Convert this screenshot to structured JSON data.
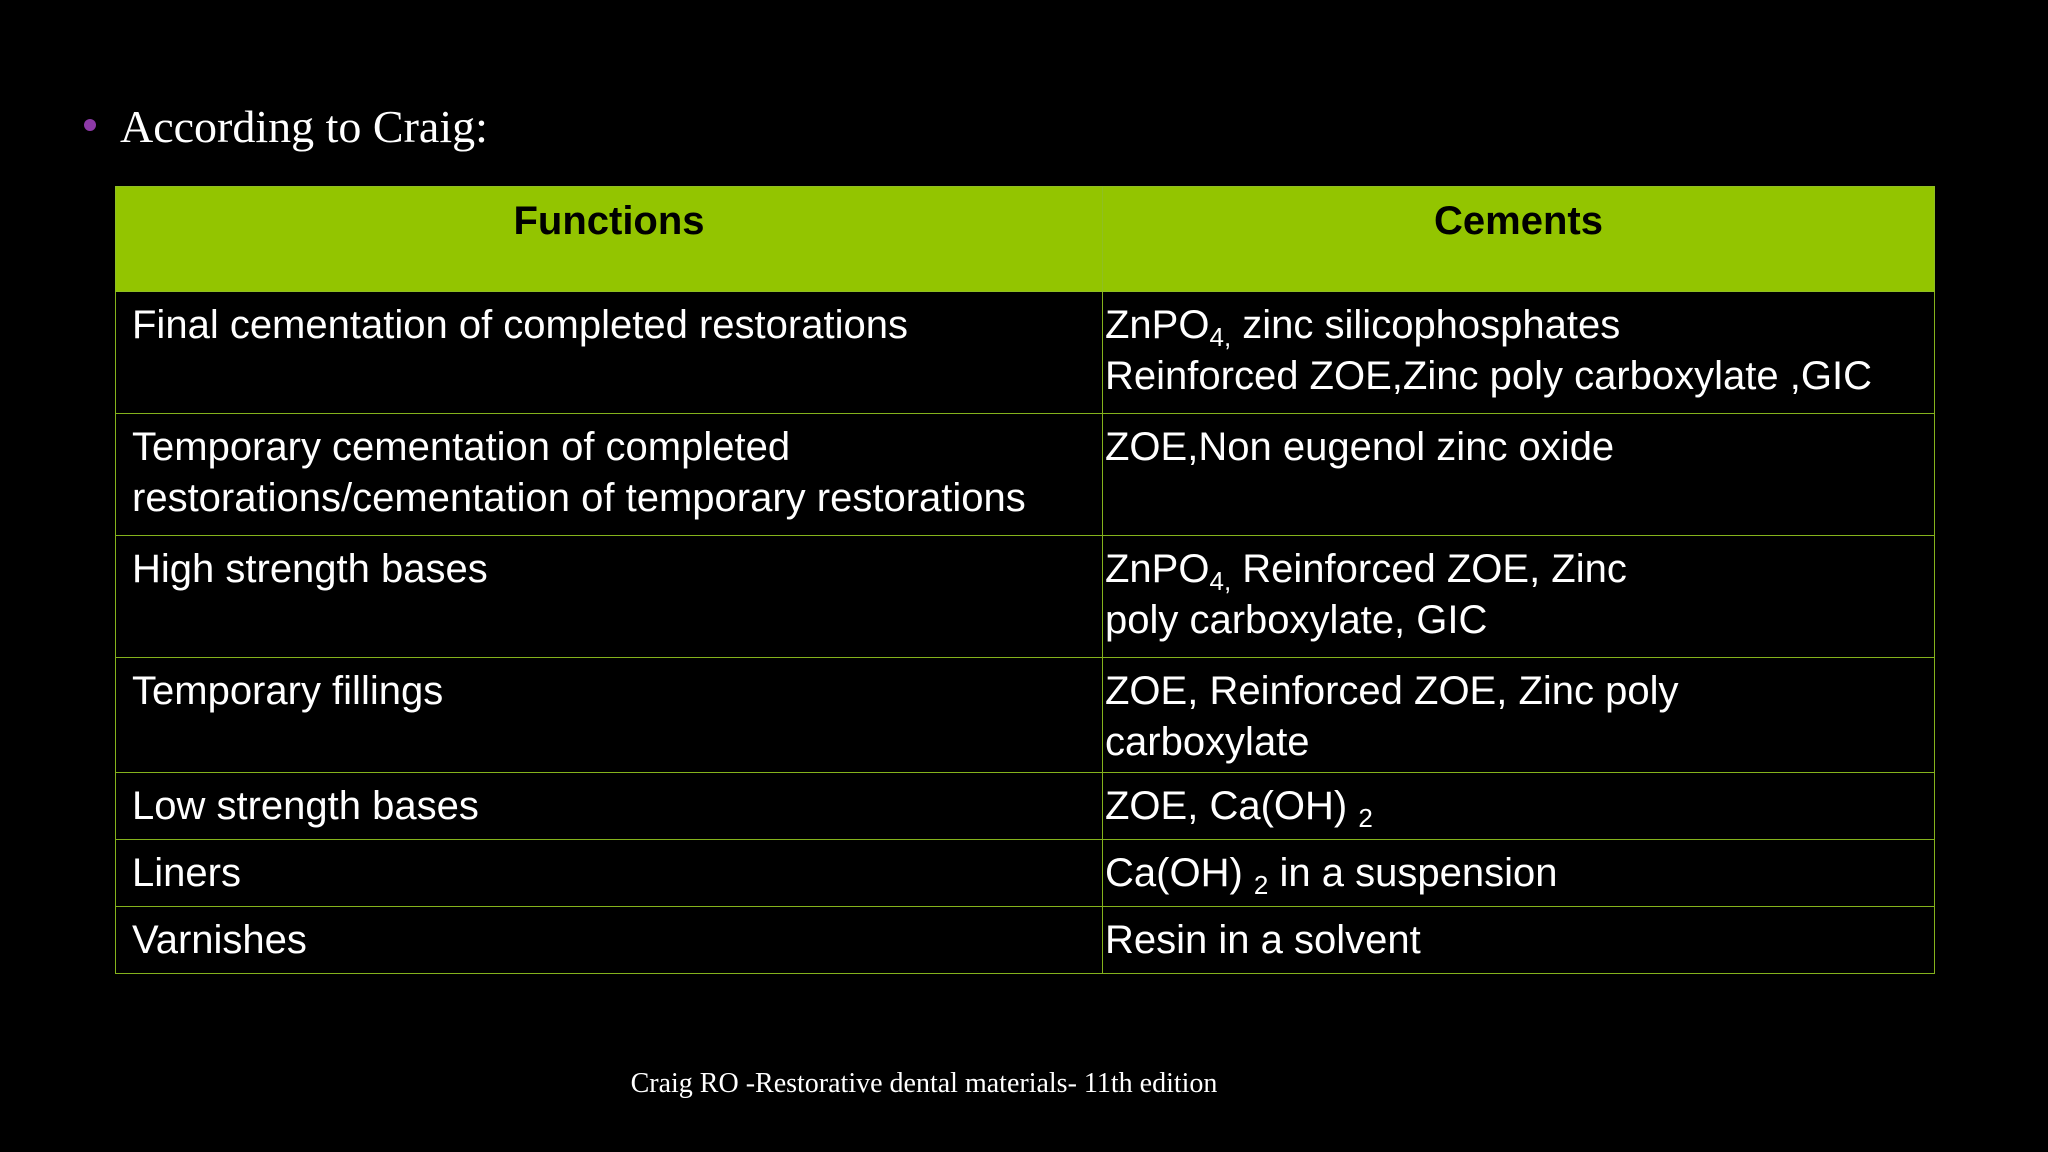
{
  "slide": {
    "bullet_text": "According to Craig:",
    "bullet_color": "#8e3aa8",
    "header_color": "#93c500",
    "border_color": "#84b21c"
  },
  "table": {
    "headers": [
      "Functions",
      "Cements"
    ],
    "rows": [
      {
        "function": "Final cementation of completed restorations",
        "cement": [
          {
            "t": "ZnPO"
          },
          {
            "t": "4,",
            "sub": true
          },
          {
            "t": " zinc silicophosphates\nReinforced ZOE,Zinc poly carboxylate ,GIC"
          }
        ]
      },
      {
        "function": "Temporary cementation of completed\nrestorations/cementation of temporary restorations",
        "cement": [
          {
            "t": "ZOE,Non eugenol zinc oxide"
          }
        ]
      },
      {
        "function": "High strength bases",
        "cement": [
          {
            "t": "ZnPO"
          },
          {
            "t": "4,",
            "sub": true
          },
          {
            "t": " Reinforced ZOE, Zinc\npoly  carboxylate, GIC"
          }
        ]
      },
      {
        "function": "Temporary fillings",
        "cement": [
          {
            "t": "ZOE, Reinforced ZOE, Zinc poly\ncarboxylate"
          }
        ]
      },
      {
        "function": "Low strength bases",
        "cement": [
          {
            "t": "ZOE, Ca(OH) "
          },
          {
            "t": "2",
            "sub": true
          }
        ]
      },
      {
        "function": "Liners",
        "cement": [
          {
            "t": "Ca(OH) "
          },
          {
            "t": "2",
            "sub": true
          },
          {
            "t": " in a suspension"
          }
        ]
      },
      {
        "function": "Varnishes",
        "cement": [
          {
            "t": "Resin in a solvent"
          }
        ]
      }
    ]
  },
  "footer": {
    "reference": "Craig RO -Restorative dental materials- 11th edition"
  }
}
